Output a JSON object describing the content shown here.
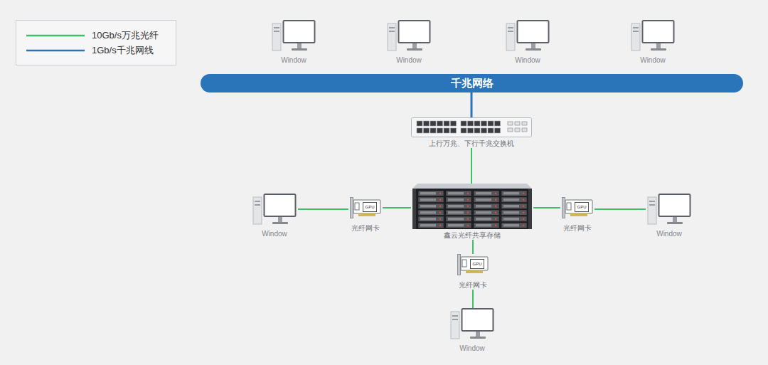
{
  "diagram": {
    "nodes": [
      {
        "text": [
          "Window"
        ]
      },
      {
        "text": [
          "Window"
        ]
      },
      {
        "text": [
          "Window"
        ]
      },
      {
        "text": [
          "Window"
        ]
      },
      {
        "text": [
          "千兆网络"
        ]
      },
      {
        "text": [
          "上行万兆、下行千兆交换机"
        ]
      },
      {
        "text": [
          "Window"
        ]
      },
      {
        "text": [
          "GPU",
          "光纤网卡"
        ]
      },
      {
        "text": [
          "鑫云光纤共享存储"
        ]
      },
      {
        "text": [
          "GPU",
          "光纤网卡"
        ]
      },
      {
        "text": [
          "Window"
        ]
      },
      {
        "text": [
          "GPU",
          "光纤网卡"
        ]
      },
      {
        "text": [
          "Window"
        ]
      }
    ],
    "edges": [
      {
        "from": 4,
        "to": 5,
        "arrow": "none"
      },
      {
        "from": 5,
        "to": 8,
        "arrow": "none"
      },
      {
        "from": 6,
        "to": 7,
        "arrow": "none"
      },
      {
        "from": 7,
        "to": 8,
        "arrow": "none"
      },
      {
        "from": 8,
        "to": 9,
        "arrow": "none"
      },
      {
        "from": 9,
        "to": 10,
        "arrow": "none"
      },
      {
        "from": 8,
        "to": 11,
        "arrow": "none"
      },
      {
        "from": 11,
        "to": 12,
        "arrow": "none"
      }
    ],
    "legend": [
      {
        "text": "10Gb/s万兆光纤"
      },
      {
        "text": "1Gb/s千兆网线"
      }
    ]
  }
}
